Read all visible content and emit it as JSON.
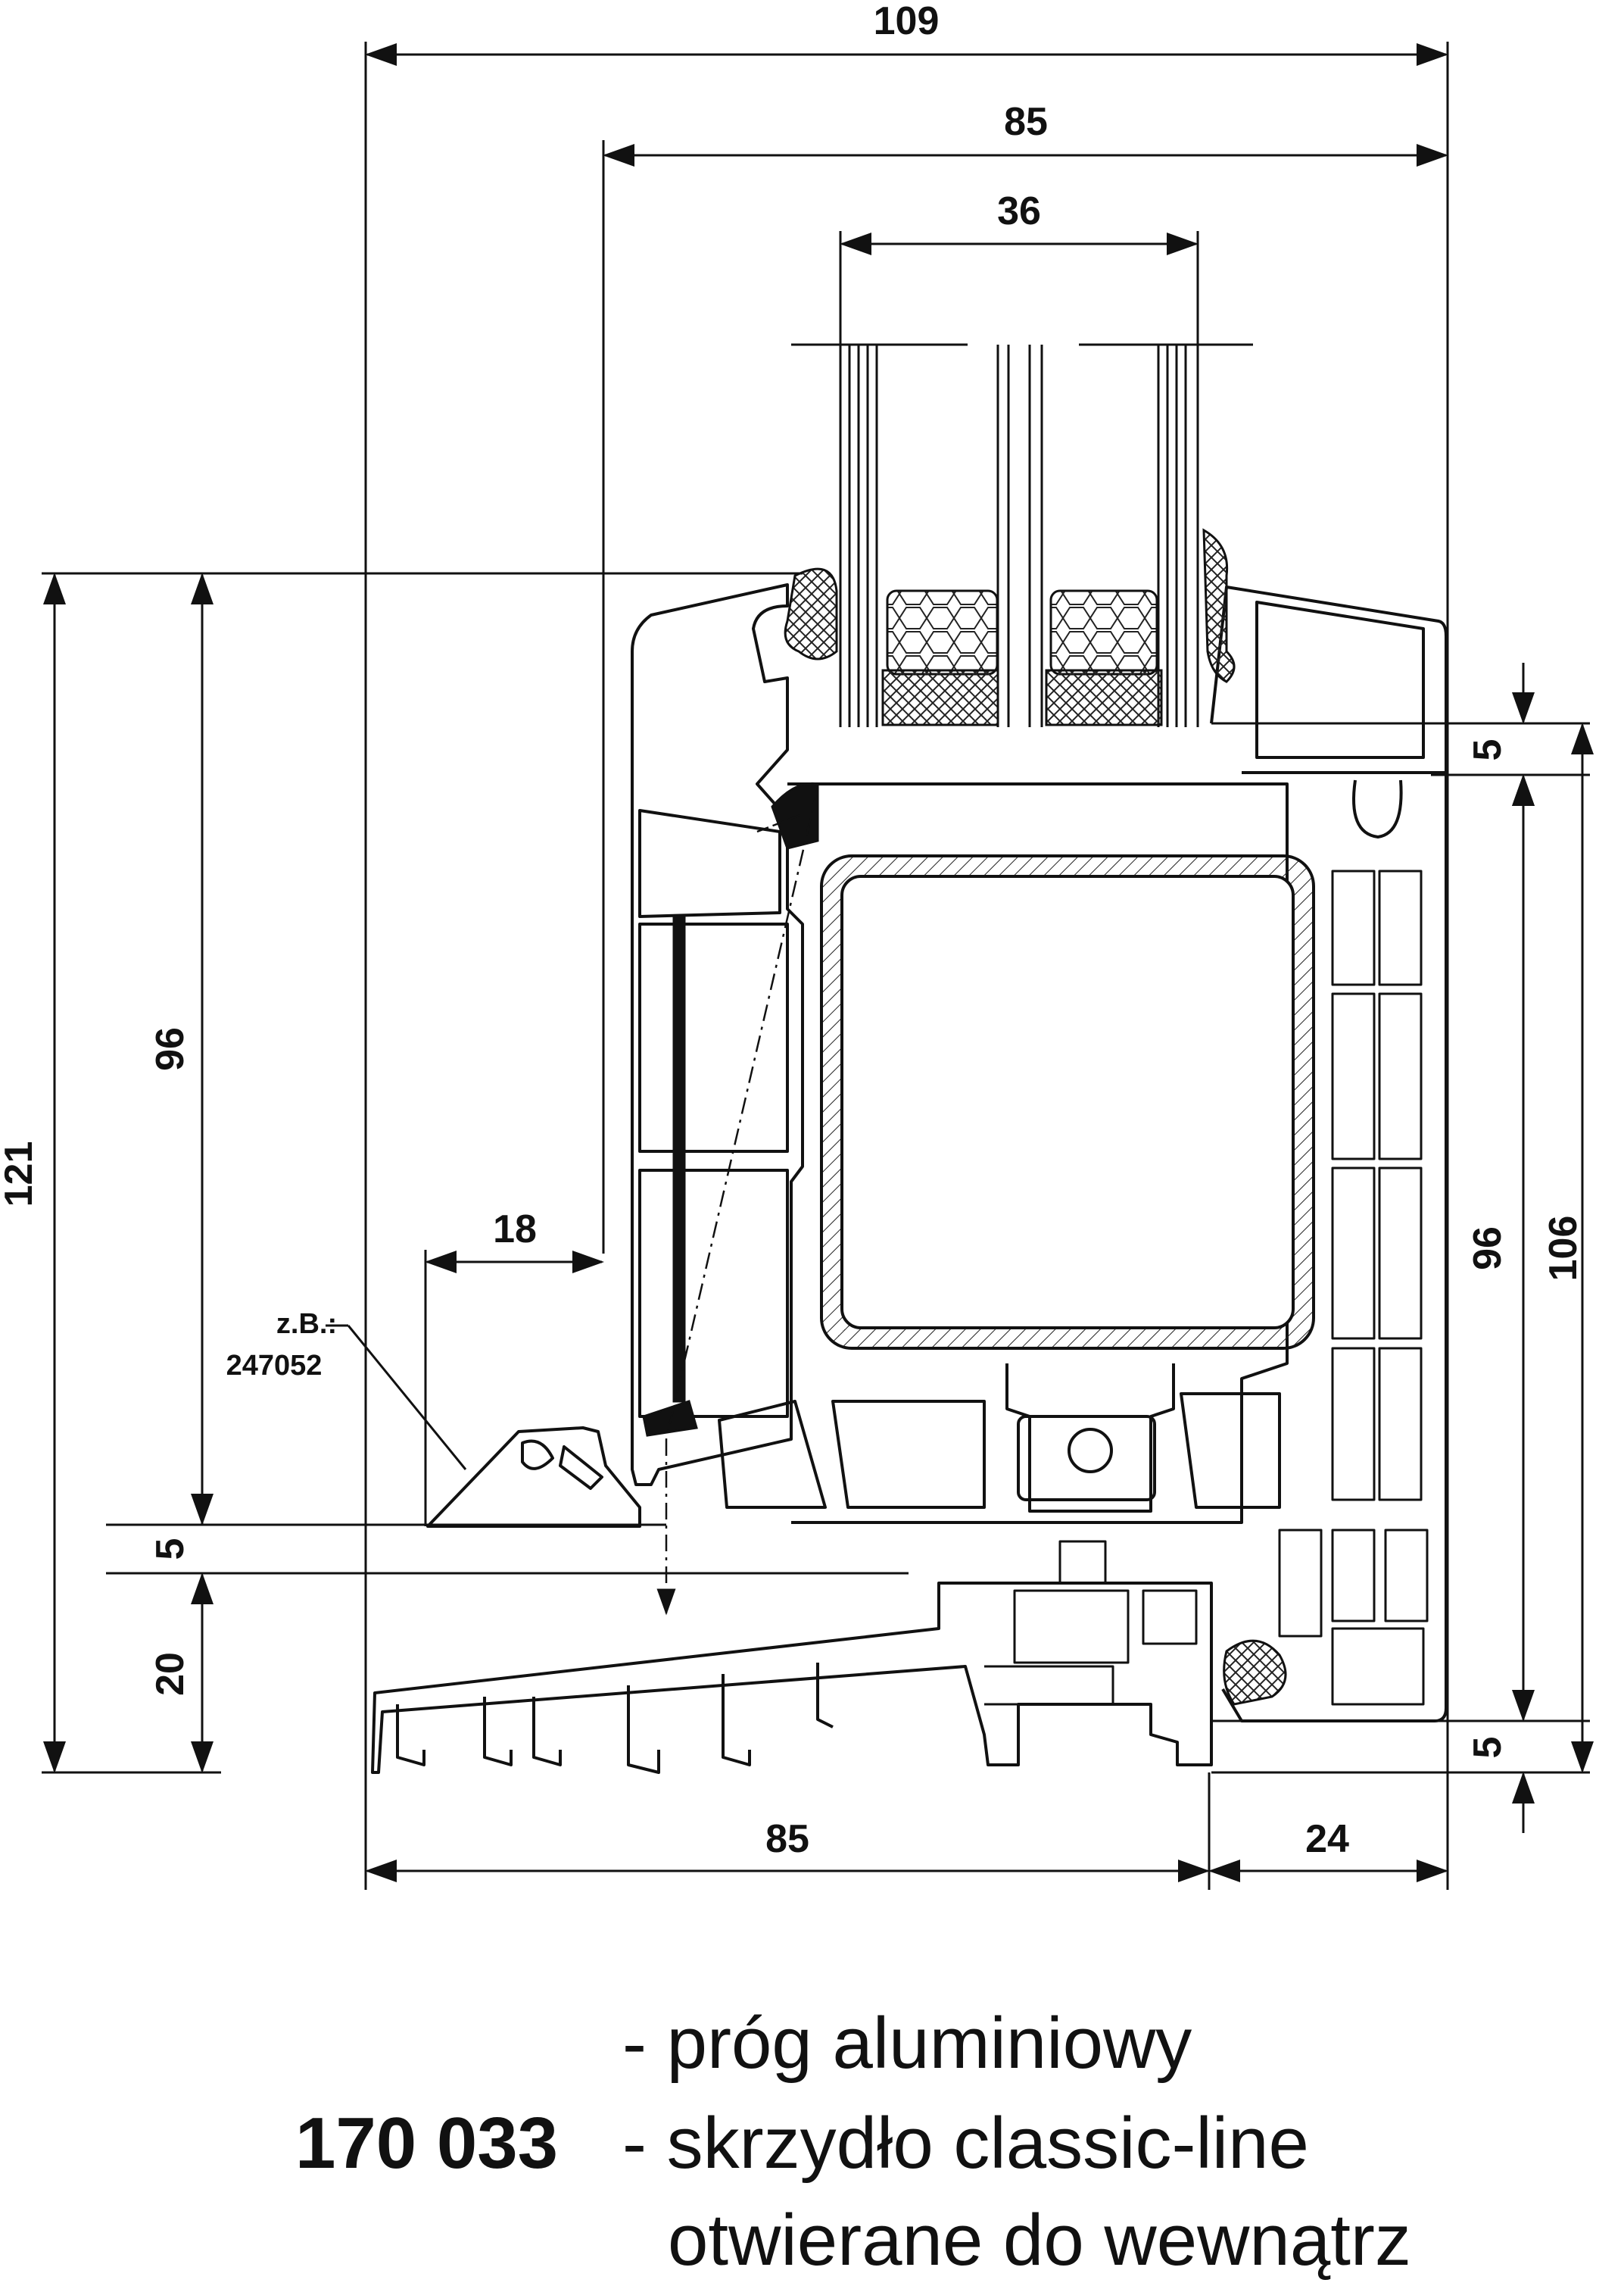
{
  "dimensions": {
    "top_109": "109",
    "top_85": "85",
    "top_36": "36",
    "left_121": "121",
    "left_96": "96",
    "left_5": "5",
    "left_20": "20",
    "mid_18": "18",
    "right_5_top": "5",
    "right_96": "96",
    "right_106": "106",
    "right_5_bottom": "5",
    "bottom_85": "85",
    "bottom_24": "24"
  },
  "callout": {
    "line1": "z.B.:",
    "line2": "247052"
  },
  "caption": {
    "line1": "- próg aluminiowy",
    "code": "170 033",
    "line2": "- skrzydło classic-line",
    "line3": "otwierane do wewnątrz"
  }
}
